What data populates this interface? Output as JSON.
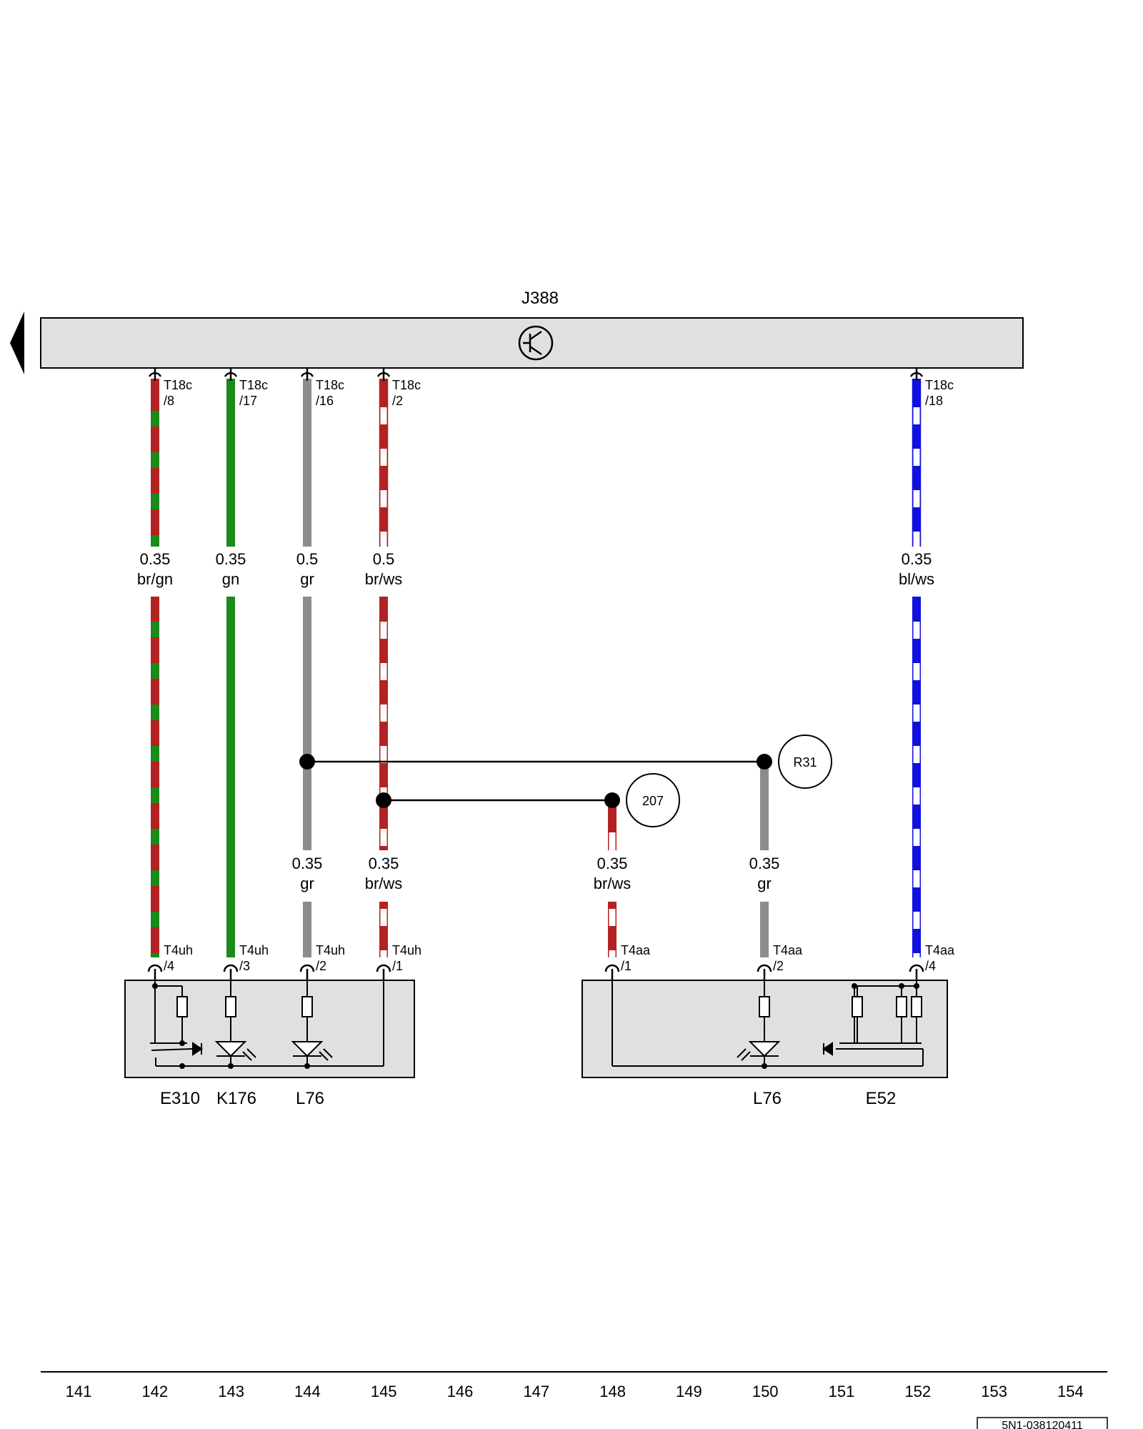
{
  "control_unit": {
    "name": "J388"
  },
  "top_pins": {
    "p8": {
      "conn": "T18c",
      "pin": "/8"
    },
    "p17": {
      "conn": "T18c",
      "pin": "/17"
    },
    "p16": {
      "conn": "T18c",
      "pin": "/16"
    },
    "p2": {
      "conn": "T18c",
      "pin": "/2"
    },
    "p18": {
      "conn": "T18c",
      "pin": "/18"
    }
  },
  "wires": {
    "w1": {
      "size": "0.35",
      "color": "br/gn",
      "stripes": [
        "#b22222",
        "#1a8a1a"
      ]
    },
    "w2": {
      "size": "0.35",
      "color": "gn",
      "stripes": [
        "#1a8a1a"
      ]
    },
    "w3": {
      "size": "0.5",
      "color": "gr",
      "stripes": [
        "#8c8c8c"
      ]
    },
    "w4": {
      "size": "0.5",
      "color": "br/ws",
      "stripes": [
        "#b22222",
        "#ffffff"
      ]
    },
    "w5": {
      "size": "0.35",
      "color": "bl/ws",
      "stripes": [
        "#1010e0",
        "#ffffff"
      ]
    },
    "w6": {
      "size": "0.35",
      "color": "gr"
    },
    "w7": {
      "size": "0.35",
      "color": "br/ws"
    },
    "w8": {
      "size": "0.35",
      "color": "br/ws"
    },
    "w9": {
      "size": "0.35",
      "color": "gr"
    }
  },
  "bottom_pins": {
    "a4": {
      "conn": "T4uh",
      "pin": "/4"
    },
    "a3": {
      "conn": "T4uh",
      "pin": "/3"
    },
    "a2": {
      "conn": "T4uh",
      "pin": "/2"
    },
    "a1": {
      "conn": "T4uh",
      "pin": "/1"
    },
    "b1": {
      "conn": "T4aa",
      "pin": "/1"
    },
    "b2": {
      "conn": "T4aa",
      "pin": "/2"
    },
    "b4": {
      "conn": "T4aa",
      "pin": "/4"
    }
  },
  "references": {
    "r31": "R31",
    "r207": "207"
  },
  "components": {
    "e310": "E310",
    "k176": "K176",
    "l76_left": "L76",
    "l76_right": "L76",
    "e52": "E52"
  },
  "track_numbers": [
    "141",
    "142",
    "143",
    "144",
    "145",
    "146",
    "147",
    "148",
    "149",
    "150",
    "151",
    "152",
    "153",
    "154"
  ],
  "document_id": "5N1-038120411",
  "colors": {
    "housing_fill": "#e0e0e0",
    "brown": "#b22222",
    "green": "#1a8a1a",
    "grey": "#8c8c8c",
    "blue": "#1010e0"
  }
}
